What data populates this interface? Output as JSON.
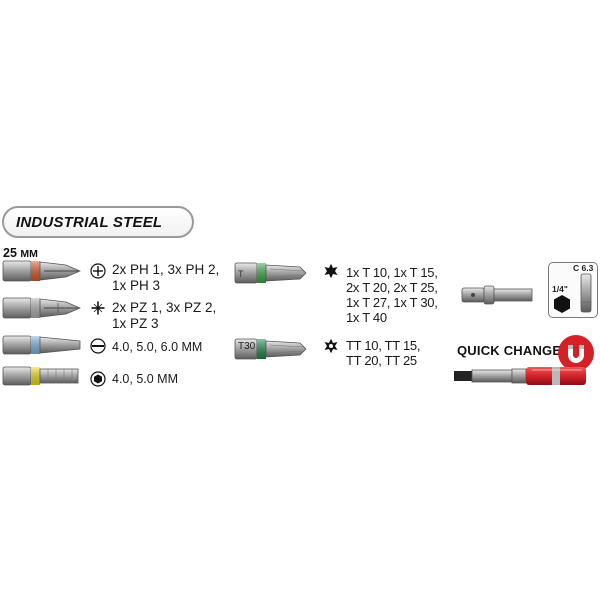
{
  "header": {
    "title": "INDUSTRIAL STEEL",
    "bit_length": "25",
    "bit_length_unit": "MM"
  },
  "left_column": [
    {
      "type": "phillips",
      "band_color": "#e05a2b",
      "line1": "2x PH 1, 3x PH 2,",
      "line2": "1x PH 3"
    },
    {
      "type": "pozidriv",
      "band_color": "#b4b4b4",
      "line1": "2x PZ 1, 3x PZ 2,",
      "line2": "1x PZ 3"
    },
    {
      "type": "slotted",
      "band_color": "#7fb7e6",
      "line1": "4.0, 5.0, 6.0 MM",
      "line2": ""
    },
    {
      "type": "hex",
      "band_color": "#f2e21a",
      "line1": "4.0, 5.0 MM",
      "line2": ""
    }
  ],
  "right_column": [
    {
      "type": "torx",
      "band_color": "#3daa4a",
      "lines": [
        "1x T 10, 1x T 15,",
        "2x T 20, 2x T 25,",
        "1x T 27, 1x T 30,",
        "1x T 40"
      ]
    },
    {
      "type": "tamper-torx",
      "band_color": "#1d8a4c",
      "bit_label": "T30",
      "lines": [
        "TT 10, TT 15,",
        "TT 20, TT 25"
      ]
    }
  ],
  "accessories": {
    "quick_change_label": "QUICK CHANGE",
    "drive_size": "1/4\"",
    "shank_label": "C 6.3",
    "holder_color": "#d42027"
  }
}
